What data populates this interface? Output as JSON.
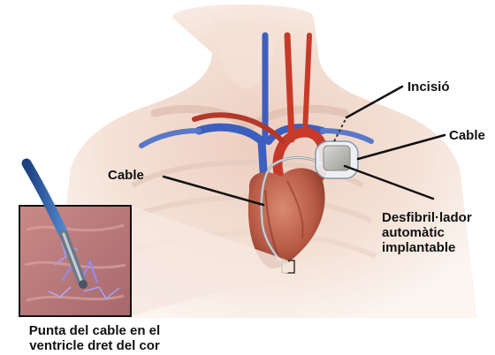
{
  "labels": {
    "incision": "Incisió",
    "cable_right": "Cable",
    "cable_left": "Cable",
    "defibrillator": [
      "Desfibril·lador",
      "automàtic",
      "implantable"
    ],
    "caption": [
      "Punta del cable en el",
      "ventricle dret del cor"
    ]
  },
  "colors": {
    "skin": "#efd2c2",
    "heart": "#b85a45",
    "vein": "#3d5fbf",
    "artery": "#c73a2a",
    "device": "#b9b9b4",
    "lead_line": "#111111"
  }
}
